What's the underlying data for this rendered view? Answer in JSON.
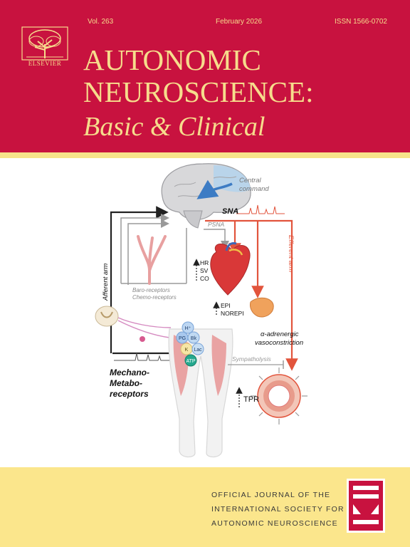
{
  "journal": {
    "volume": "Vol. 263",
    "date": "February 2026",
    "issn": "ISSN 1566-0702",
    "publisher": "ELSEVIER",
    "title_line1": "AUTONOMIC",
    "title_line2": "NEUROSCIENCE:",
    "title_line3": "Basic & Clinical"
  },
  "figure": {
    "central_command": "Central",
    "central_command2": "command",
    "sna": "SNA",
    "psna": "PSNA",
    "afferent_arm": "Afferent arm",
    "efferent_arm": "Efferent arm",
    "hr": "HR",
    "sv": "SV",
    "co": "CO",
    "epi": "EPI",
    "norepi": "NOREPI",
    "baro": "Baro-receptors",
    "chemo": "Chemo-receptors",
    "alpha1": "α-adrenergic",
    "alpha2": "vasoconstriction",
    "sympatholysis": "Sympatholysis",
    "mechano1": "Mechano-",
    "mechano2": "Metabo-",
    "mechano3": "receptors",
    "tpr": "TPR",
    "metabolites": {
      "h": "H⁺",
      "pg": "PG",
      "bk": "Bk",
      "k": "K",
      "lac": "Lac",
      "atp": "ATP"
    }
  },
  "footer": {
    "line1": "OFFICIAL JOURNAL OF THE",
    "line2": "INTERNATIONAL SOCIETY FOR",
    "line3": "AUTONOMIC NEUROSCIENCE"
  },
  "colors": {
    "header": "#c8123f",
    "title": "#f6dc8c",
    "footer": "#fbe68c",
    "efferent": "#e2543c",
    "afferent": "#222222"
  }
}
